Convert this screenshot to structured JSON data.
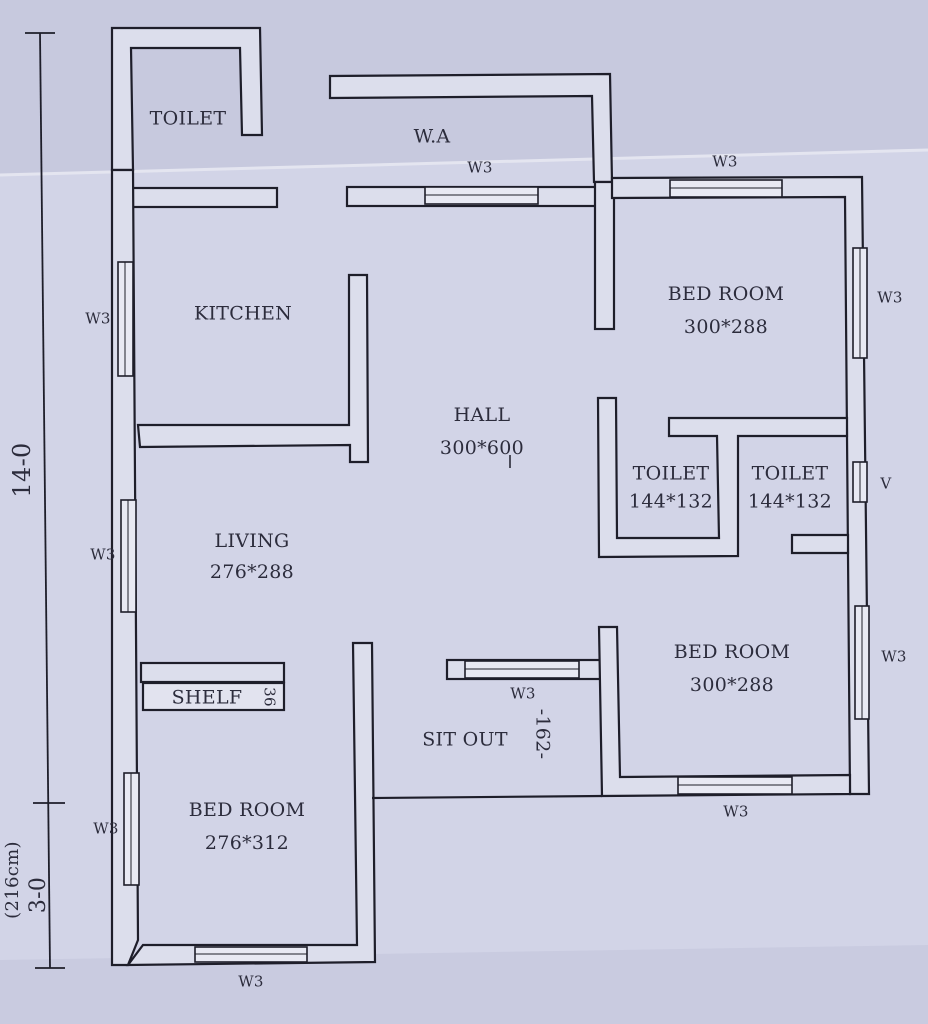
{
  "drawing": {
    "colors": {
      "paper": "#d4d6e8",
      "wall_fill": "#dcdeec",
      "line": "#1e1e2a",
      "text": "#2c2c3c"
    },
    "rooms": {
      "toilet_top": {
        "name": "TOILET"
      },
      "wa": {
        "name": "W.A"
      },
      "kitchen": {
        "name": "KITCHEN"
      },
      "hall": {
        "name": "HALL",
        "size": "300*600"
      },
      "bed_room_1": {
        "name": "BED ROOM",
        "size": "300*288"
      },
      "toilet_2": {
        "name": "TOILET",
        "size": "144*132"
      },
      "toilet_3": {
        "name": "TOILET",
        "size": "144*132"
      },
      "living": {
        "name": "LIVING",
        "size": "276*288"
      },
      "shelf": {
        "name": "SHELF",
        "note": "36"
      },
      "bed_room_2": {
        "name": "BED ROOM",
        "size": "300*288"
      },
      "sit_out": {
        "name": "SIT OUT",
        "note": "-162-"
      },
      "bed_room_3": {
        "name": "BED ROOM",
        "size": "276*312"
      }
    },
    "windows": {
      "w_top_hall": "W3",
      "w_top_bed": "W3",
      "w_right_bed1": "W3",
      "w_right_v": "V",
      "w_right_bed2": "W3",
      "w_bottom_bed2": "W3",
      "w_sitout": "W3",
      "w_left_kitchen": "W3",
      "w_left_living": "W3",
      "w_left_bed3": "W3",
      "w_bottom_bed3": "W3"
    },
    "dimensions": {
      "main": "14-0",
      "lower": "3-0",
      "lower_cm": "(216cm)"
    }
  }
}
